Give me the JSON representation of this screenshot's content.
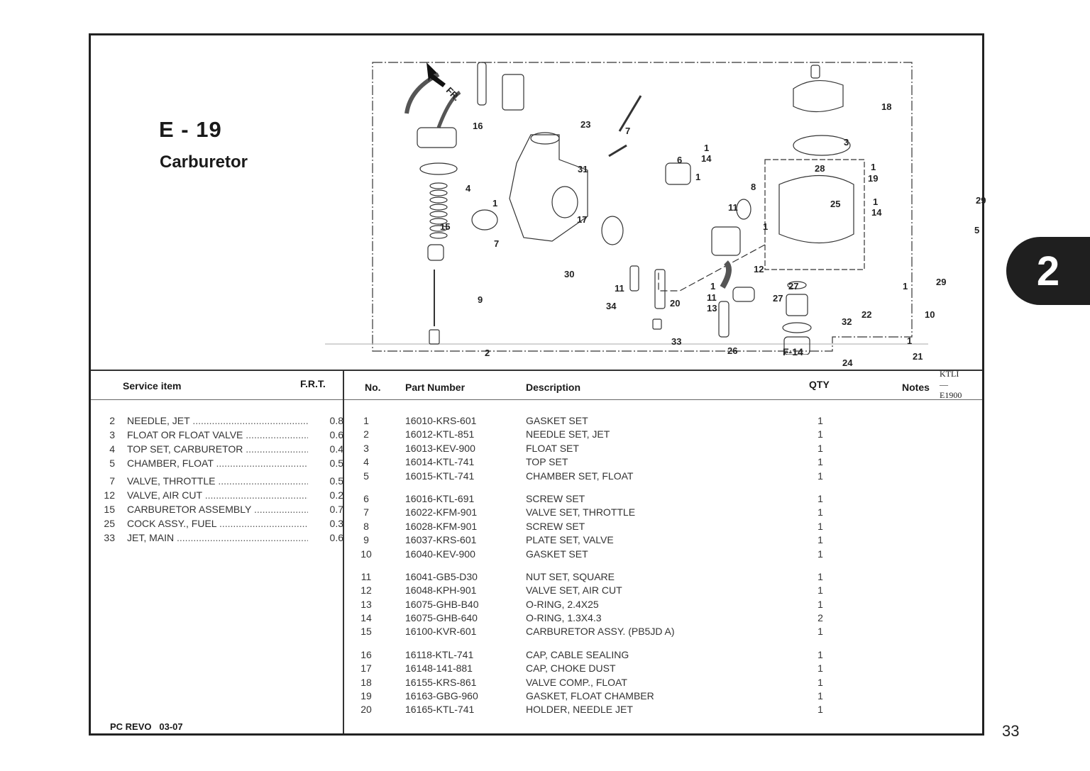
{
  "section": {
    "code": "E - 19",
    "name": "Carburetor"
  },
  "diagram": {
    "front_indicator": "FR.",
    "ref_code": "KTLI—E1900",
    "cross_ref": "F-14",
    "callouts": [
      "16",
      "23",
      "7",
      "6",
      "1",
      "14",
      "1",
      "8",
      "4",
      "1",
      "31",
      "15",
      "17",
      "7",
      "11",
      "28",
      "25",
      "18",
      "3",
      "1",
      "19",
      "1",
      "14",
      "29",
      "5",
      "12",
      "1",
      "1",
      "11",
      "13",
      "30",
      "11",
      "9",
      "34",
      "20",
      "27",
      "27",
      "32",
      "22",
      "1",
      "29",
      "10",
      "1",
      "21",
      "2",
      "33",
      "26",
      "24"
    ]
  },
  "service_table": {
    "headers": {
      "item": "Service item",
      "frt": "F.R.T."
    },
    "rows": [
      {
        "ref": "2",
        "name": "NEEDLE, JET",
        "frt": "0.8"
      },
      {
        "ref": "3",
        "name": "FLOAT OR FLOAT VALVE",
        "frt": "0.6"
      },
      {
        "ref": "4",
        "name": "TOP SET, CARBURETOR",
        "frt": "0.4"
      },
      {
        "ref": "5",
        "name": "CHAMBER, FLOAT",
        "frt": "0.5"
      },
      {
        "ref": "7",
        "name": "VALVE, THROTTLE",
        "frt": "0.5"
      },
      {
        "ref": "12",
        "name": "VALVE, AIR CUT",
        "frt": "0.2"
      },
      {
        "ref": "15",
        "name": "CARBURETOR ASSEMBLY",
        "frt": "0.7"
      },
      {
        "ref": "25",
        "name": "COCK ASSY., FUEL",
        "frt": "0.3"
      },
      {
        "ref": "33",
        "name": "JET, MAIN",
        "frt": "0.6"
      }
    ]
  },
  "parts_table": {
    "headers": {
      "no": "No.",
      "part_number": "Part Number",
      "description": "Description",
      "qty": "QTY",
      "notes": "Notes"
    },
    "rows": [
      {
        "no": "1",
        "part_number": "16010-KRS-601",
        "description": "GASKET SET",
        "qty": "1"
      },
      {
        "no": "2",
        "part_number": "16012-KTL-851",
        "description": "NEEDLE SET, JET",
        "qty": "1"
      },
      {
        "no": "3",
        "part_number": "16013-KEV-900",
        "description": "FLOAT SET",
        "qty": "1"
      },
      {
        "no": "4",
        "part_number": "16014-KTL-741",
        "description": "TOP SET",
        "qty": "1"
      },
      {
        "no": "5",
        "part_number": "16015-KTL-741",
        "description": "CHAMBER SET, FLOAT",
        "qty": "1"
      },
      {
        "no": "6",
        "part_number": "16016-KTL-691",
        "description": "SCREW SET",
        "qty": "1"
      },
      {
        "no": "7",
        "part_number": "16022-KFM-901",
        "description": "VALVE SET, THROTTLE",
        "qty": "1"
      },
      {
        "no": "8",
        "part_number": "16028-KFM-901",
        "description": "SCREW SET",
        "qty": "1"
      },
      {
        "no": "9",
        "part_number": "16037-KRS-601",
        "description": "PLATE SET, VALVE",
        "qty": "1"
      },
      {
        "no": "10",
        "part_number": "16040-KEV-900",
        "description": "GASKET SET",
        "qty": "1"
      },
      {
        "no": "11",
        "part_number": "16041-GB5-D30",
        "description": "NUT SET, SQUARE",
        "qty": "1"
      },
      {
        "no": "12",
        "part_number": "16048-KPH-901",
        "description": "VALVE SET, AIR CUT",
        "qty": "1"
      },
      {
        "no": "13",
        "part_number": "16075-GHB-B40",
        "description": "O-RING, 2.4X25",
        "qty": "1"
      },
      {
        "no": "14",
        "part_number": "16075-GHB-640",
        "description": "O-RING, 1.3X4.3",
        "qty": "2"
      },
      {
        "no": "15",
        "part_number": "16100-KVR-601",
        "description": "CARBURETOR ASSY. (PB5JD A)",
        "qty": "1"
      },
      {
        "no": "16",
        "part_number": "16118-KTL-741",
        "description": "CAP, CABLE SEALING",
        "qty": "1"
      },
      {
        "no": "17",
        "part_number": "16148-141-881",
        "description": "CAP, CHOKE DUST",
        "qty": "1"
      },
      {
        "no": "18",
        "part_number": "16155-KRS-861",
        "description": "VALVE COMP., FLOAT",
        "qty": "1"
      },
      {
        "no": "19",
        "part_number": "16163-GBG-960",
        "description": "GASKET, FLOAT CHAMBER",
        "qty": "1"
      },
      {
        "no": "20",
        "part_number": "16165-KTL-741",
        "description": "HOLDER, NEEDLE JET",
        "qty": "1"
      }
    ]
  },
  "footer": {
    "model": "PC REVO",
    "date": "03-07"
  },
  "chapter_tab": "2",
  "page_number": "33"
}
